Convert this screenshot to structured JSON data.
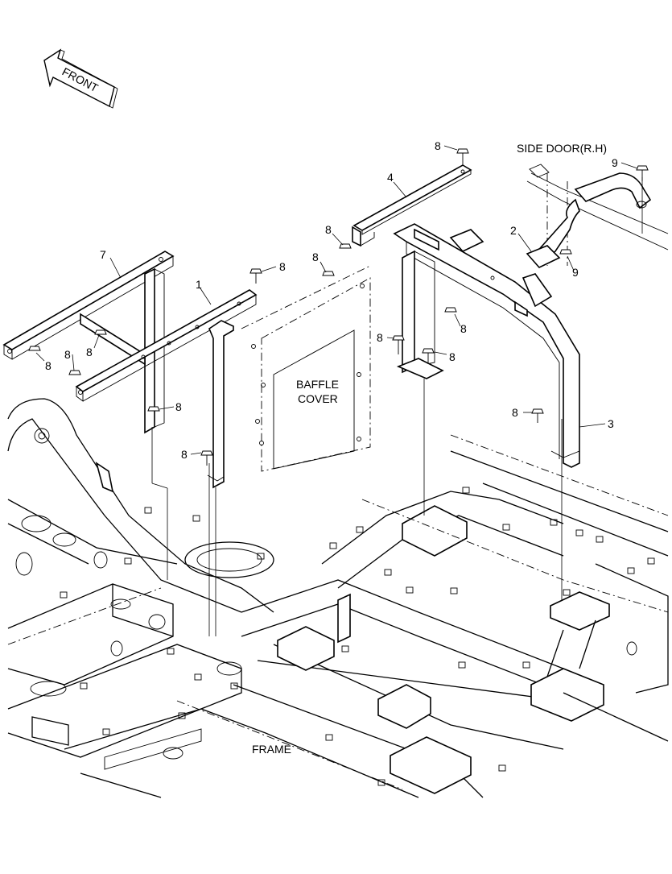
{
  "diagram": {
    "front_label": "FRONT",
    "side_door_label": "SIDE DOOR(R.H)",
    "baffle_label_line1": "BAFFLE",
    "baffle_label_line2": "COVER",
    "frame_label": "FRAME",
    "callouts": [
      "1",
      "2",
      "3",
      "4",
      "7",
      "8",
      "9"
    ]
  }
}
